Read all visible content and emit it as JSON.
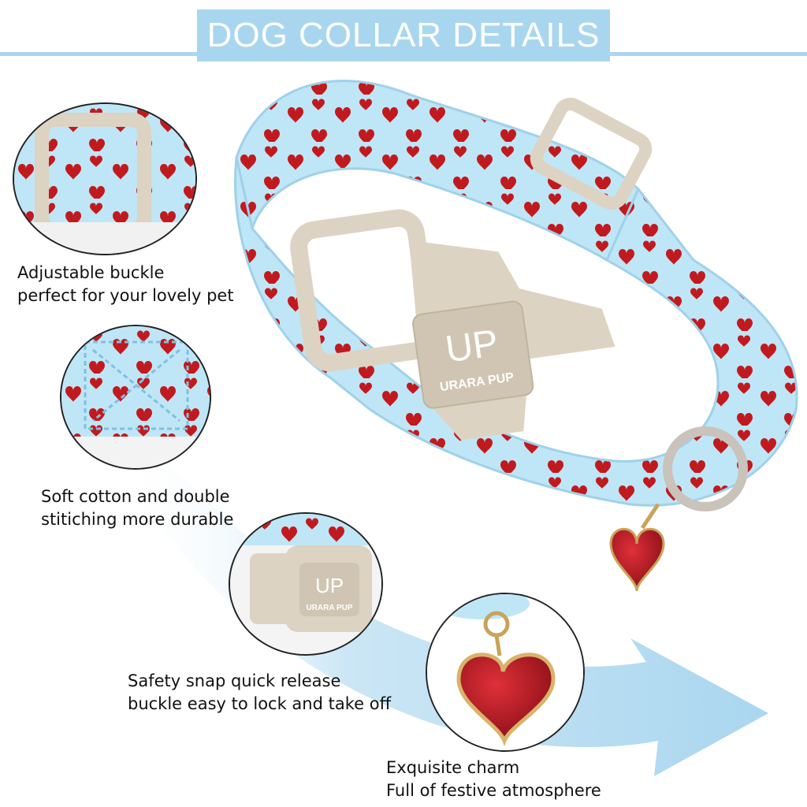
{
  "title": "DOG COLLAR DETAILS",
  "brand": "URARA PUP",
  "brand_mark": "UP",
  "colors": {
    "accent_blue": "#a9d6ef",
    "collar_blue": "#bfe6f6",
    "heart_red": "#c01a1f",
    "buckle_beige": "#dcd3c2"
  },
  "features": [
    {
      "line1": "Adjustable buckle",
      "line2": "perfect for your lovely pet",
      "icon": "slide-buckle"
    },
    {
      "line1": "Soft cotton and double",
      "line2": "stitiching more durable",
      "icon": "stitching"
    },
    {
      "line1": "Safety snap quick release",
      "line2": "buckle easy to lock and take off",
      "icon": "snap-buckle"
    },
    {
      "line1": "Exquisite charm",
      "line2": "Full of festive atmosphere",
      "icon": "heart-charm"
    }
  ]
}
